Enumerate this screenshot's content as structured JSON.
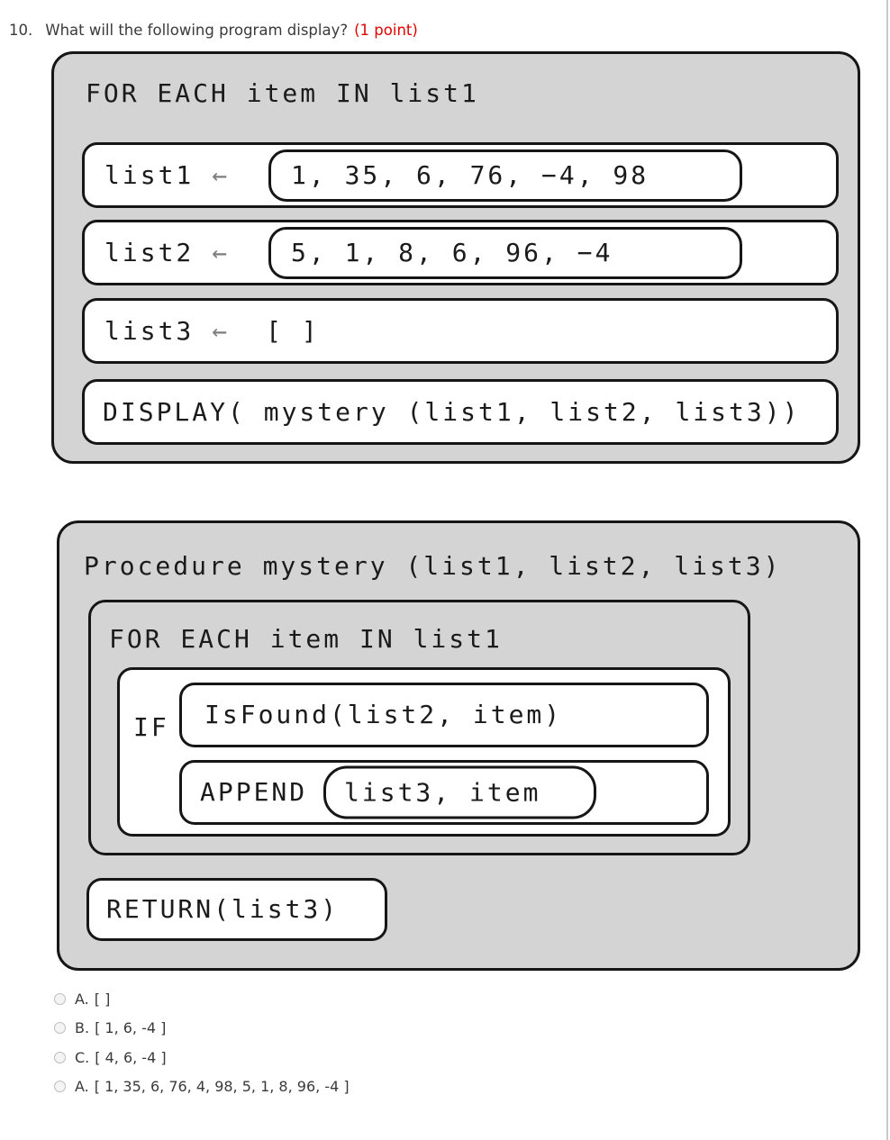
{
  "question": {
    "number": "10.",
    "text": "What will the following program display?",
    "points": "(1 point)",
    "points_color": "#e00000"
  },
  "program_block": {
    "header": "FOR EACH item IN list1",
    "arrow": "←",
    "rows": [
      {
        "label": "list1",
        "value": "1, 35, 6, 76, −4, 98"
      },
      {
        "label": "list2",
        "value": "5, 1, 8, 6, 96, −4"
      },
      {
        "label": "list3",
        "value": "[ ]"
      }
    ],
    "display_call": "DISPLAY( mystery (list1, list2, list3))"
  },
  "procedure_block": {
    "header": "Procedure mystery (list1, list2, list3)",
    "for_each": "FOR EACH item IN list1",
    "if_label": "IF",
    "if_condition": "IsFound(list2, item)",
    "append_label": "APPEND",
    "append_args": "list3, item",
    "return_statement": "RETURN(list3)"
  },
  "options": [
    {
      "label": "A.",
      "value": "[ ]"
    },
    {
      "label": "B.",
      "value": "[ 1, 6, -4 ]"
    },
    {
      "label": "C.",
      "value": "[ 4, 6, -4 ]"
    },
    {
      "label": "A.",
      "value": "[ 1, 35, 6, 76, 4, 98, 5, 1, 8, 96, -4 ]"
    }
  ],
  "colors": {
    "block_fill": "#d4d4d4",
    "block_border": "#161616",
    "accent_red": "#e00000",
    "text": "#3a3a3a",
    "code_text": "#1b1b1b",
    "arrow_gray": "#7d7d7d"
  }
}
